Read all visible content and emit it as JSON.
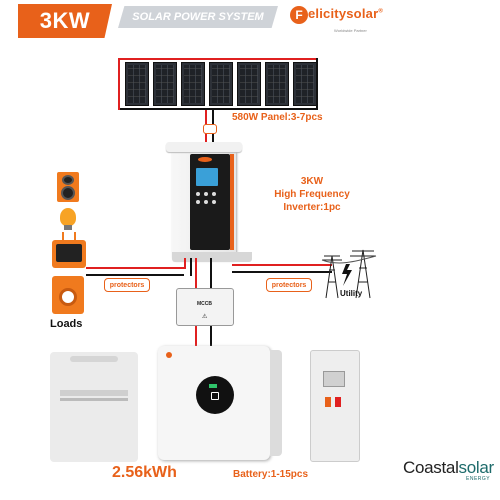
{
  "header": {
    "power_badge": "3KW",
    "system_title": "SOLAR POWER SYSTEM",
    "brand_logo": "elicitysolar",
    "brand_logo_initial": "F",
    "brand_registered": "®",
    "brand_tagline": "Worldwide Partner"
  },
  "panels": {
    "count_shown": 7,
    "label": "580W Panel:3-7pcs"
  },
  "inverter": {
    "label_line1": "3KW",
    "label_line2": "High Frequency",
    "label_line3": "Inverter:1pc"
  },
  "protectors": {
    "left_label": "protectors",
    "right_label": "protectors"
  },
  "mccb": {
    "label": "MCCB"
  },
  "loads": {
    "label": "Loads",
    "items": [
      "speaker-icon",
      "lightbulb-icon",
      "tv-icon",
      "washing-machine-icon"
    ]
  },
  "utility": {
    "label": "Utility"
  },
  "battery": {
    "capacity": "2.56kWh",
    "quantity": "Battery:1-15pcs"
  },
  "watermark": {
    "main_a": "Coastal",
    "main_b": "solar",
    "sub": "ENERGY"
  },
  "colors": {
    "accent": "#e8611a",
    "wire_positive": "#e02020",
    "wire_negative": "#111111",
    "watermark_teal": "#1d6b6b"
  }
}
